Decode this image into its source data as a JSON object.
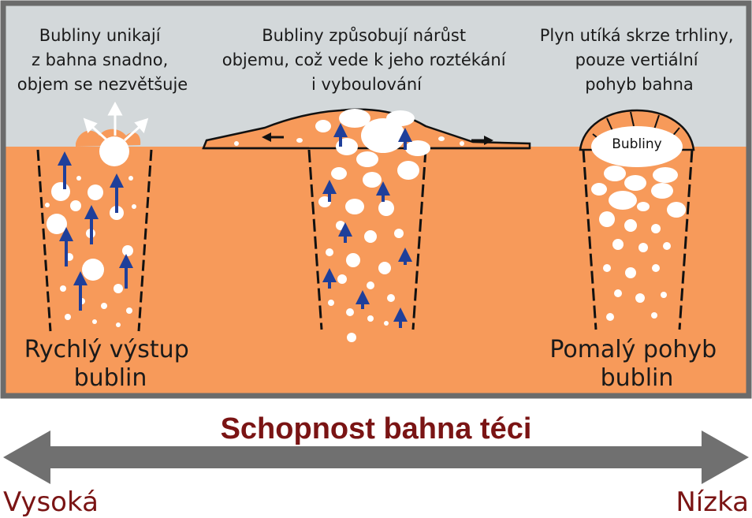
{
  "colors": {
    "sky": "#d3d8da",
    "mud": "#f79a5a",
    "frame": "#6b6b6b",
    "bubble": "#ffffff",
    "arrow_blue": "#1f3f9a",
    "title": "#7a1414",
    "gray_arrow": "#707070"
  },
  "panels": {
    "left": {
      "caption": [
        "Bubliny unikají",
        "z bahna snadno,",
        "objem se nezvětšuje"
      ],
      "label": [
        "Rychlý výstup",
        "bublin"
      ]
    },
    "middle": {
      "caption": [
        "Bubliny způsobují nárůst",
        "objemu, což vede k jeho roztékání",
        "i vyboulování"
      ]
    },
    "right": {
      "caption": [
        "Plyn utíká skrze trhliny,",
        "pouze vertiální",
        "pohyb bahna"
      ],
      "bubble_label": "Bubliny",
      "label": [
        "Pomalý pohyb",
        "bublin"
      ]
    }
  },
  "axis": {
    "title": "Schopnost bahna téci",
    "left_label": "Vysoká",
    "right_label": "Nízka"
  }
}
